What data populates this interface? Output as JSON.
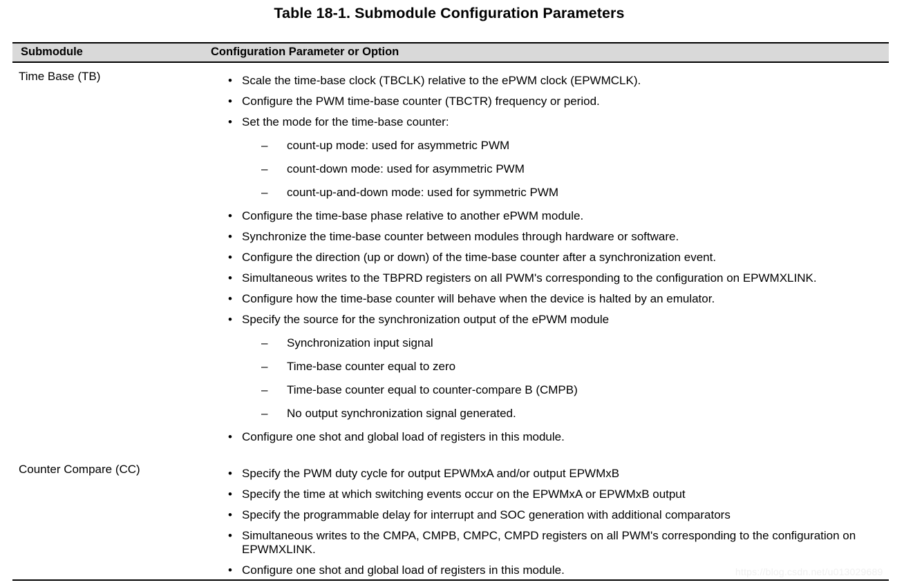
{
  "title": "Table 18-1. Submodule Configuration Parameters",
  "table": {
    "headers": {
      "submodule": "Submodule",
      "parameter": "Configuration Parameter or Option"
    },
    "rows": [
      {
        "label": "Time Base (TB)",
        "items": [
          {
            "level": 1,
            "marker": "•",
            "text": "Scale the time-base clock (TBCLK) relative to the ePWM clock (EPWMCLK)."
          },
          {
            "level": 1,
            "marker": "•",
            "text": "Configure the PWM time-base counter (TBCTR) frequency or period."
          },
          {
            "level": 1,
            "marker": "•",
            "text": "Set the mode for the time-base counter:"
          },
          {
            "level": 2,
            "marker": "–",
            "text": "count-up mode: used for asymmetric PWM"
          },
          {
            "level": 2,
            "marker": "–",
            "text": "count-down mode: used for asymmetric PWM"
          },
          {
            "level": 2,
            "marker": "–",
            "text": "count-up-and-down mode: used for symmetric PWM"
          },
          {
            "level": 1,
            "marker": "•",
            "text": "Configure the time-base phase relative to another ePWM module."
          },
          {
            "level": 1,
            "marker": "•",
            "text": "Synchronize the time-base counter between modules through hardware or software."
          },
          {
            "level": 1,
            "marker": "•",
            "text": "Configure the direction (up or down) of the time-base counter after a synchronization event."
          },
          {
            "level": 1,
            "marker": "•",
            "text": "Simultaneous writes to the TBPRD registers on all PWM's corresponding to the configuration on EPWMXLINK."
          },
          {
            "level": 1,
            "marker": "•",
            "text": "Configure how the time-base counter will behave when the device is halted by an emulator."
          },
          {
            "level": 1,
            "marker": "•",
            "text": "Specify the source for the synchronization output of the ePWM module"
          },
          {
            "level": 2,
            "marker": "–",
            "text": "Synchronization input signal"
          },
          {
            "level": 2,
            "marker": "–",
            "text": "Time-base counter equal to zero"
          },
          {
            "level": 2,
            "marker": "–",
            "text": "Time-base counter equal to counter-compare B (CMPB)"
          },
          {
            "level": 2,
            "marker": "–",
            "text": "No output synchronization signal generated."
          },
          {
            "level": 1,
            "marker": "•",
            "text": "Configure one shot and global load of registers in this module."
          }
        ]
      },
      {
        "label": "Counter Compare (CC)",
        "items": [
          {
            "level": 1,
            "marker": "•",
            "text": "Specify the PWM duty cycle for output EPWMxA and/or output EPWMxB"
          },
          {
            "level": 1,
            "marker": "•",
            "text": "Specify the time at which switching events occur on the EPWMxA or EPWMxB output"
          },
          {
            "level": 1,
            "marker": "•",
            "text": "Specify the programmable delay for interrupt and SOC generation with additional comparators"
          },
          {
            "level": 1,
            "marker": "•",
            "text": "Simultaneous writes to the CMPA, CMPB, CMPC, CMPD registers on all PWM's corresponding to the configuration on EPWMXLINK."
          },
          {
            "level": 1,
            "marker": "•",
            "text": "Configure one shot and global load of registers in this module."
          }
        ]
      }
    ]
  },
  "watermark": "https://blog.csdn.net/u013029689",
  "colors": {
    "header_background": "#d9d9d9",
    "rule": "#000000",
    "text": "#000000",
    "watermark": "#f0f0f0"
  }
}
